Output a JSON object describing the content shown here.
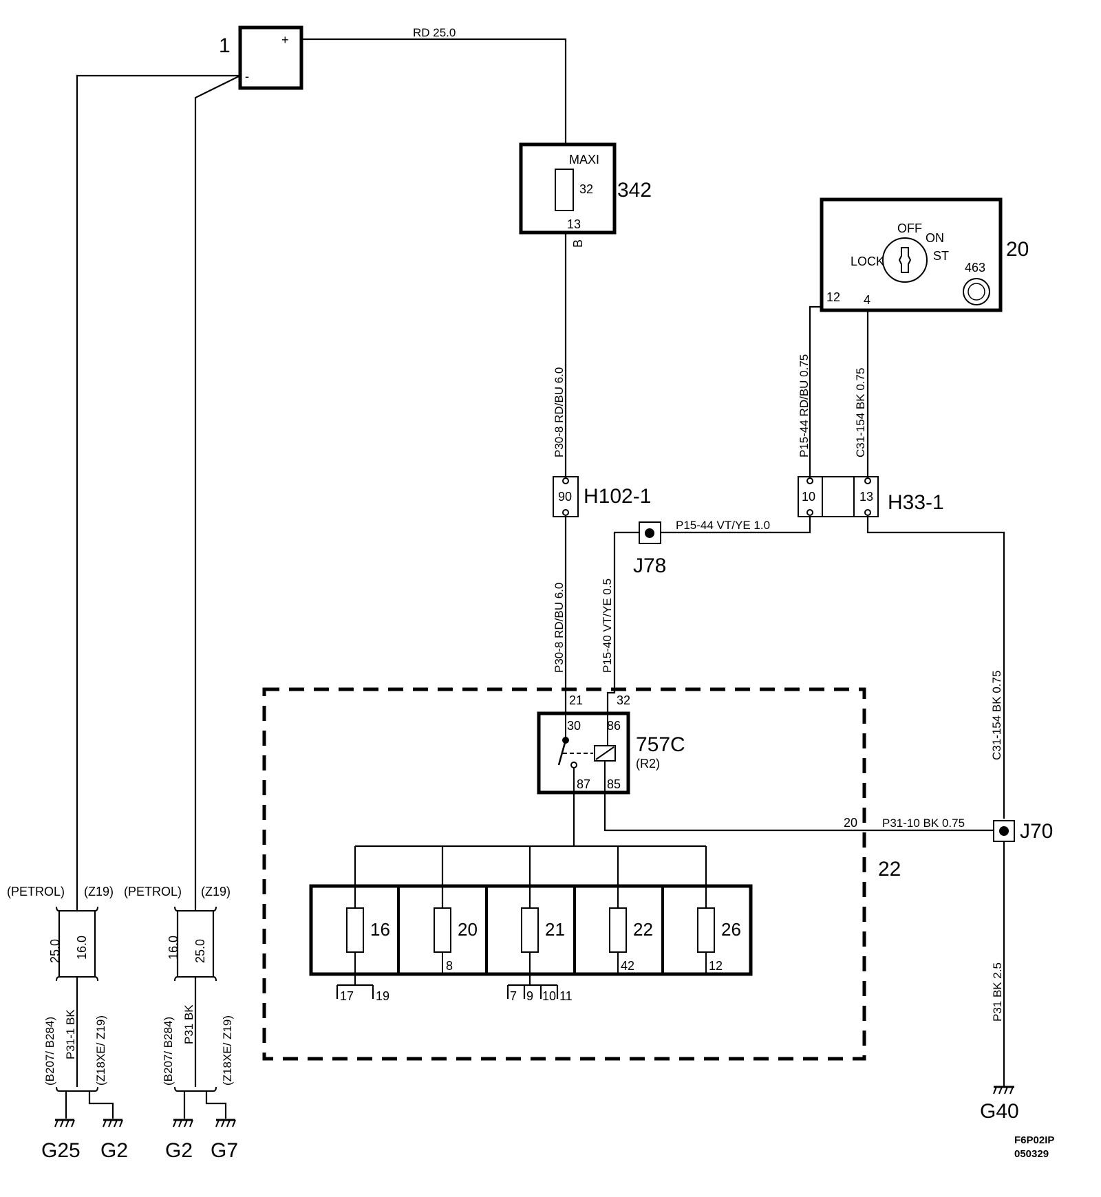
{
  "components": {
    "battery": {
      "id": "1",
      "plus": "+",
      "minus": "-"
    },
    "maxi_fuse": {
      "id": "342",
      "type": "MAXI",
      "fuse": "32",
      "pin_13": "13",
      "pin_b": "B"
    },
    "ignition_switch": {
      "id": "20",
      "off": "OFF",
      "on": "ON",
      "st": "ST",
      "lock": "LOCK",
      "part": "463",
      "pin_12": "12",
      "pin_4": "4"
    },
    "connector_h102": {
      "id": "H102-1",
      "pin": "90"
    },
    "connector_h33": {
      "id": "H33-1",
      "pin_a": "10",
      "pin_b": "13"
    },
    "splice_j78": {
      "id": "J78"
    },
    "splice_j70": {
      "id": "J70"
    },
    "relay": {
      "id": "757C",
      "sub": "(R2)",
      "p30": "30",
      "p86": "86",
      "p87": "87",
      "p85": "85",
      "in_21": "21",
      "in_32": "32",
      "out_20": "20"
    },
    "fuse_box": {
      "id": "22"
    },
    "fuses": [
      {
        "num": "16",
        "bottom": ""
      },
      {
        "num": "20",
        "bottom": "8"
      },
      {
        "num": "21",
        "bottom": ""
      },
      {
        "num": "22",
        "bottom": "42"
      },
      {
        "num": "26",
        "bottom": "12"
      }
    ],
    "fuse_outputs": {
      "fuse16": [
        "17",
        "19"
      ],
      "fuse21": [
        "7",
        "9",
        "10",
        "11"
      ]
    }
  },
  "wires": {
    "battery_plus": "RD  25.0",
    "p30_8_top": "P30-8  RD/BU 6.0",
    "p30_8_bottom": "P30-8  RD/BU 6.0",
    "p15_44_a": "P15-44  RD/BU 0.75",
    "c31_154_a": "C31-154  BK 0.75",
    "p15_44_b": "P15-44  VT/YE  1.0",
    "p15_40": "P15-40  VT/YE  0.5",
    "c31_154_b": "C31-154  BK  0.75",
    "p31_10": "P31-10  BK 0.75",
    "p31_right": "P31  BK  2.5",
    "p31_1_left": "P31-1  BK",
    "p31_mid": "P31  BK"
  },
  "grounds_left": {
    "petrol": "(PETROL)",
    "z19": "(Z19)",
    "size_25": "25.0",
    "size_16": "16.0",
    "b207": "(B207/ B284)",
    "z18xe": "(Z18XE/ Z19)",
    "g25": "G25",
    "g2a": "G2",
    "g2b": "G2",
    "g7": "G7"
  },
  "ground_right": {
    "g40": "G40"
  },
  "footer": {
    "code": "F6P02IP",
    "date": "050329"
  }
}
